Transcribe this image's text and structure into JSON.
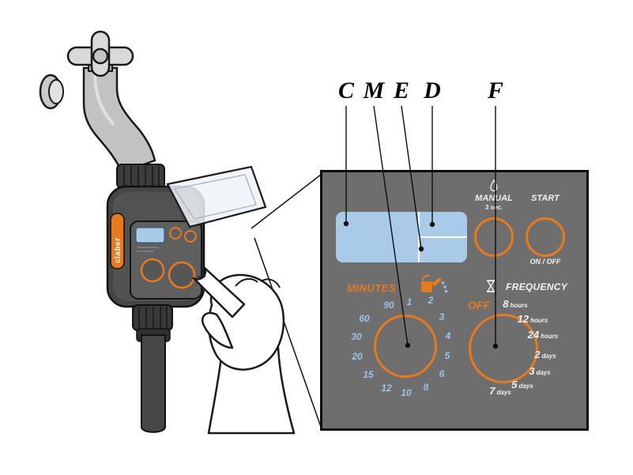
{
  "callouts": {
    "letters": [
      "C",
      "M",
      "E",
      "D",
      "F"
    ]
  },
  "device": {
    "brand": "claber"
  },
  "panel": {
    "manual": {
      "label": "MANUAL",
      "sublabel": "3 sec."
    },
    "start": {
      "label": "START",
      "sublabel": "ON / OFF"
    },
    "minutes": {
      "label": "MINUTES",
      "values": [
        "90",
        "1",
        "2",
        "3",
        "4",
        "5",
        "6",
        "8",
        "10",
        "12",
        "15",
        "20",
        "30",
        "60"
      ]
    },
    "frequency": {
      "label": "FREQUENCY",
      "off_label": "OFF",
      "options": [
        {
          "value": "8",
          "unit": "hours"
        },
        {
          "value": "12",
          "unit": "hours"
        },
        {
          "value": "24",
          "unit": "hours"
        },
        {
          "value": "2",
          "unit": "days"
        },
        {
          "value": "3",
          "unit": "days"
        },
        {
          "value": "5",
          "unit": "days"
        },
        {
          "value": "7",
          "unit": "days"
        }
      ]
    },
    "colors": {
      "accent_orange": "#e8791d",
      "lcd_blue": "#a9cbe9",
      "panel_gray": "#6e6e6e",
      "minutes_blue": "#9cc2e5"
    }
  }
}
